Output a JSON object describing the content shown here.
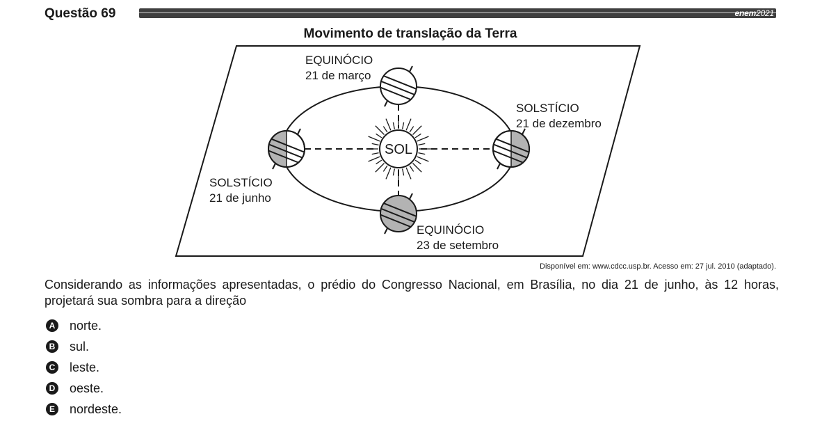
{
  "header": {
    "question_label": "Questão 69",
    "brand": "enem",
    "brand_year": "2021"
  },
  "figure": {
    "title": "Movimento de translação da Terra",
    "sun_label": "SOL",
    "labels": {
      "top": [
        "EQUINÓCIO",
        "21 de março"
      ],
      "right": [
        "SOLSTÍCIO",
        "21 de dezembro"
      ],
      "left": [
        "SOLSTÍCIO",
        "21 de junho"
      ],
      "bottom": [
        "EQUINÓCIO",
        "23 de setembro"
      ]
    },
    "colors": {
      "shadow": "#b3b3b3",
      "line": "#1a1a1a"
    },
    "source": "Disponível em: www.cdcc.usp.br. Acesso em: 27 jul. 2010 (adaptado)."
  },
  "question": {
    "text": "Considerando as informações apresentadas, o prédio do Congresso Nacional, em Brasília, no dia 21 de junho, às 12 horas, projetará sua sombra para a direção"
  },
  "options": [
    {
      "letter": "A",
      "text": "norte."
    },
    {
      "letter": "B",
      "text": "sul."
    },
    {
      "letter": "C",
      "text": "leste."
    },
    {
      "letter": "D",
      "text": "oeste."
    },
    {
      "letter": "E",
      "text": "nordeste."
    }
  ]
}
